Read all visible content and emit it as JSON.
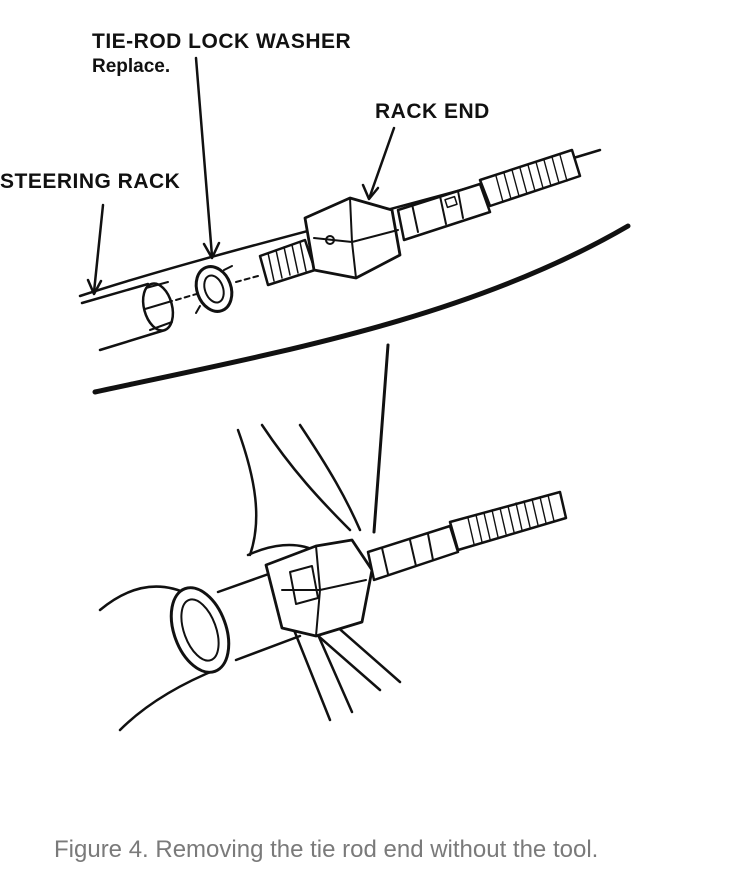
{
  "labels": {
    "lock_washer": "TIE-ROD LOCK WASHER",
    "lock_washer_note": "Replace.",
    "rack_end": "RACK END",
    "steering_rack": "STEERING RACK"
  },
  "caption": "Figure 4. Removing the tie rod end without the tool."
}
